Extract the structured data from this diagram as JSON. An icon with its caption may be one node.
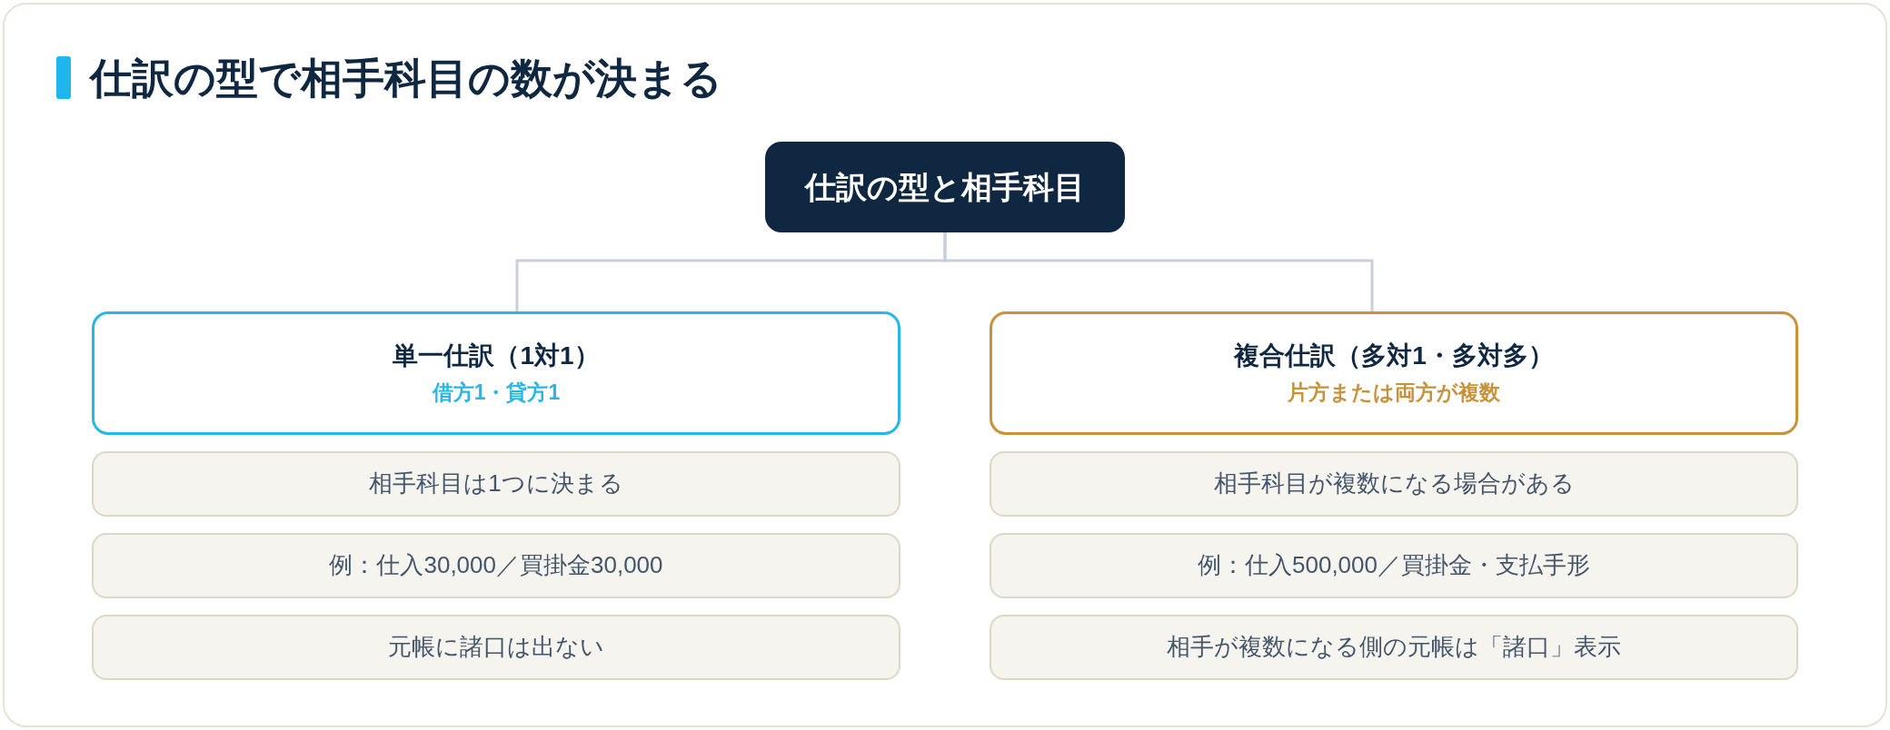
{
  "diagram": {
    "title": "仕訳の型で相手科目の数が決まる",
    "nodes": [
      {
        "text": [
          "仕訳の型と相手科目"
        ]
      },
      {
        "text": [
          "単一仕訳（1対1）",
          "借方1・貸方1"
        ]
      },
      {
        "text": [
          "相手科目は1つに決まる"
        ]
      },
      {
        "text": [
          "例：仕入30,000／買掛金30,000"
        ]
      },
      {
        "text": [
          "元帳に諸口は出ない"
        ]
      },
      {
        "text": [
          "複合仕訳（多対1・多対多）",
          "片方または両方が複数"
        ]
      },
      {
        "text": [
          "相手科目が複数になる場合がある"
        ]
      },
      {
        "text": [
          "例：仕入500,000／買掛金・支払手形"
        ]
      },
      {
        "text": [
          "相手が複数になる側の元帳は「諸口」表示"
        ]
      }
    ],
    "edges": [
      {
        "from": 0,
        "to": 1,
        "arrow": "none"
      },
      {
        "from": 0,
        "to": 5,
        "arrow": "none"
      }
    ]
  }
}
